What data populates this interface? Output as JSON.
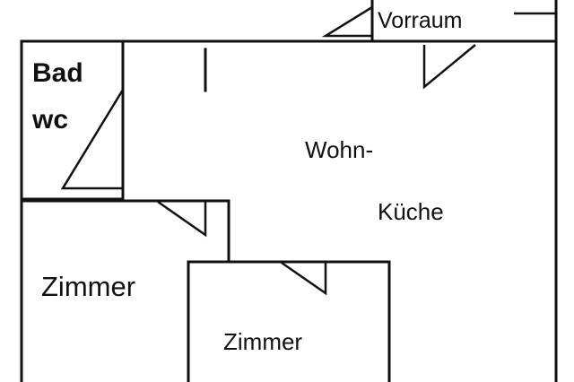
{
  "rooms": {
    "vorraum": "Vorraum",
    "bad": "Bad",
    "wc": "wc",
    "wohn": "Wohn-",
    "kueche": "Küche",
    "zimmer_left": "Zimmer",
    "zimmer_center": "Zimmer"
  },
  "colors": {
    "lines": "#111111",
    "background": "#ffffff"
  }
}
